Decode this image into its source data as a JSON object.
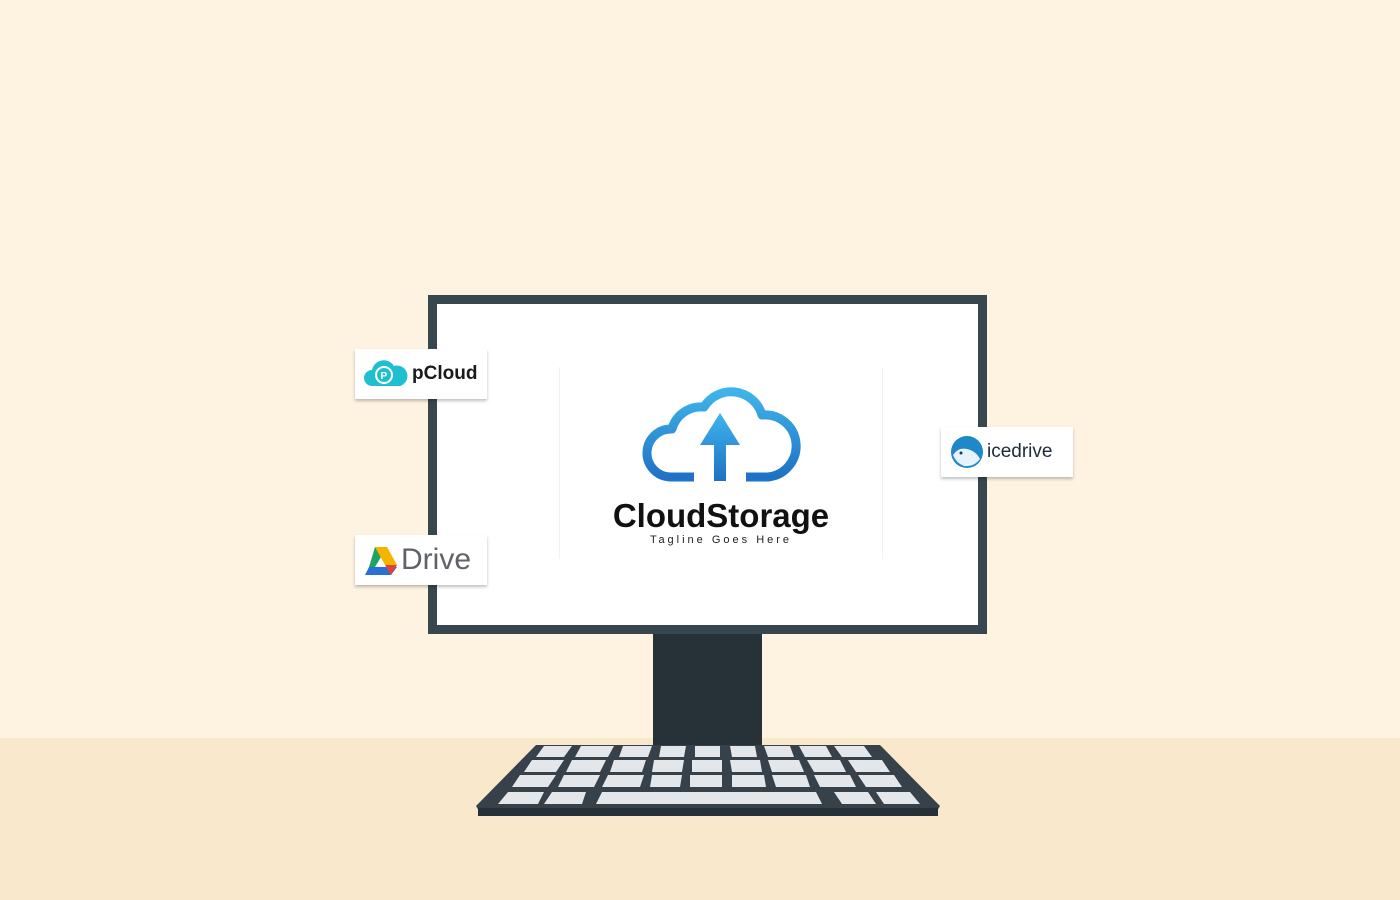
{
  "scene": {
    "colors": {
      "background": "#fef3e0",
      "floor": "#fae8cc",
      "monitor_frame": "#37474f",
      "stand": "#263238",
      "keys": "#e4e7ea",
      "logo_blue": "#2a8fd6"
    }
  },
  "screen_logo": {
    "title": "CloudStorage",
    "tagline": "Tagline Goes Here",
    "icon": "cloud-upload-icon"
  },
  "badges": [
    {
      "label": "pCloud",
      "icon": "pcloud-logo-icon"
    },
    {
      "label": "Drive",
      "icon": "google-drive-logo-icon"
    },
    {
      "label": "icedrive",
      "icon": "icedrive-logo-icon"
    }
  ]
}
